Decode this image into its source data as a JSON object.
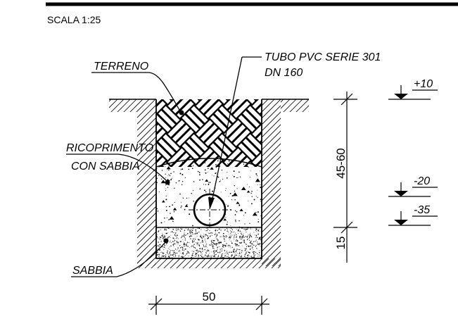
{
  "header": {
    "scale": "SCALA 1:25"
  },
  "labels": {
    "terreno": "TERRENO",
    "tubo_line1": "TUBO PVC SERIE 301",
    "tubo_line2": "DN 160",
    "ricoprimento_line1": "RICOPRIMENTO",
    "ricoprimento_line2": "CON SABBIA",
    "sabbia": "SABBIA"
  },
  "dimensions": {
    "depth_upper": "45-60",
    "depth_lower": "15",
    "width": "50"
  },
  "levels": {
    "top": "+10",
    "mid": "-20",
    "bottom": "-35"
  }
}
